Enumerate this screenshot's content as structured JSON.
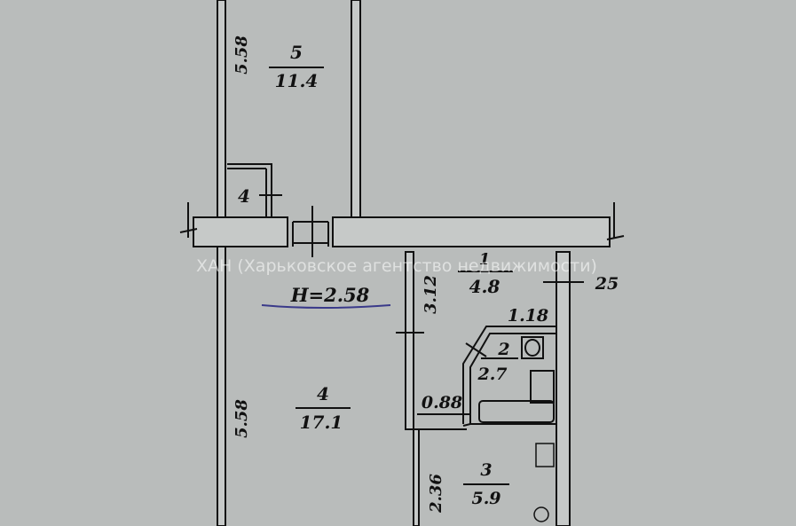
{
  "colors": {
    "background": "#b9bcbb",
    "wall_fill": "#c6c9c8",
    "line": "#111111",
    "height_underline": "#3a3a8a",
    "watermark": "#ffffff"
  },
  "rooms": [
    {
      "number": "5",
      "area": "11.4",
      "length": "5.58"
    },
    {
      "number": "4",
      "area": ""
    },
    {
      "number": "4",
      "area": "17.1",
      "length": "5.58"
    },
    {
      "number": "1",
      "area": "4.8",
      "length": "3.12"
    },
    {
      "number": "2",
      "area": "2.7",
      "width": "1.18"
    },
    {
      "number": "3",
      "area": "5.9",
      "length": "2.36"
    }
  ],
  "dimensions": {
    "wall_thickness": "25",
    "closet_width": "0.88"
  },
  "ceiling_height": "H=2.58",
  "watermark": "ХАН (Харьковское агентство недвижимости)"
}
